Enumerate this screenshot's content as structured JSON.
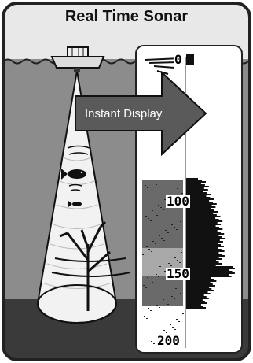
{
  "title": "Real Time Sonar",
  "arrow_label": "Instant Display",
  "depth_scale": [
    "0",
    "100",
    "150",
    "200"
  ],
  "colors": {
    "sky": "#e8e8e8",
    "water": "#8c8c8c",
    "bottom": "#3a3a3a",
    "border": "#222222",
    "arrow": "#555555",
    "screen": "#ffffff"
  },
  "icons": [
    "boat-icon",
    "fish-icon",
    "tree-icon",
    "sonar-cone"
  ]
}
